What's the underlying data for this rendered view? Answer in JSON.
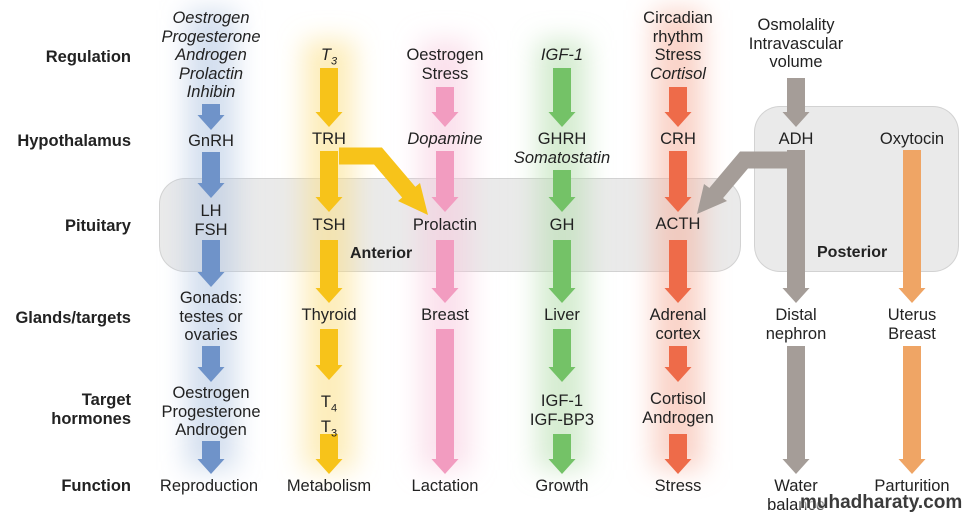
{
  "row_labels": {
    "regulation": "Regulation",
    "hypothalamus": "Hypothalamus",
    "pituitary": "Pituitary",
    "glands": "Glands/targets",
    "target_hormones_1": "Target",
    "target_hormones_2": "hormones",
    "function": "Function"
  },
  "regions": {
    "anterior": "Anterior",
    "posterior": "Posterior"
  },
  "columns": [
    {
      "id": "gonadal",
      "color": "#6f93c9",
      "regulation": [
        "Oestrogen",
        "Progesterone",
        "Androgen",
        "Prolactin",
        "Inhibin"
      ],
      "hypothalamus": "GnRH",
      "pituitary": [
        "LH",
        "FSH"
      ],
      "glands": [
        "Gonads:",
        "testes or",
        "ovaries"
      ],
      "target_hormones": [
        "Oestrogen",
        "Progesterone",
        "Androgen"
      ],
      "function": "Reproduction"
    },
    {
      "id": "thyroid",
      "color": "#f7c31a",
      "regulation": "T",
      "regulation_sub": "3",
      "hypothalamus": "TRH",
      "pituitary": "TSH",
      "glands": "Thyroid",
      "target_hormones_a": "T",
      "target_hormones_a_sub": "4",
      "target_hormones_b": "T",
      "target_hormones_b_sub": "3",
      "function": "Metabolism"
    },
    {
      "id": "prolactin",
      "color": "#f29cc0",
      "regulation": [
        "Oestrogen",
        "Stress"
      ],
      "hypothalamus": "Dopamine",
      "pituitary": "Prolactin",
      "glands": "Breast",
      "function": "Lactation"
    },
    {
      "id": "growth",
      "color": "#74c267",
      "regulation": "IGF-1",
      "hypothalamus": [
        "GHRH",
        "Somatostatin"
      ],
      "pituitary": "GH",
      "glands": "Liver",
      "target_hormones": [
        "IGF-1",
        "IGF-BP3"
      ],
      "function": "Growth"
    },
    {
      "id": "adrenal",
      "color": "#ee6b49",
      "regulation": [
        "Circadian",
        "rhythm",
        "Stress",
        "Cortisol"
      ],
      "hypothalamus": "CRH",
      "pituitary": "ACTH",
      "glands": [
        "Adrenal",
        "cortex"
      ],
      "target_hormones": [
        "Cortisol",
        "Androgen"
      ],
      "function": "Stress"
    },
    {
      "id": "water",
      "color": "#a59d98",
      "regulation": [
        "Osmolality",
        "Intravascular",
        "volume"
      ],
      "hypothalamus": "ADH",
      "glands": [
        "Distal",
        "nephron"
      ],
      "function": "Water balance"
    },
    {
      "id": "oxytocin",
      "color": "#efa565",
      "hypothalamus": "Oxytocin",
      "glands": [
        "Uterus",
        "Breast"
      ],
      "function": "Parturition"
    }
  ],
  "watermark": "muhadharaty.com"
}
